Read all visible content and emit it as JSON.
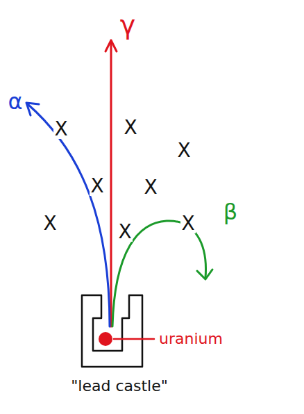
{
  "diagram": {
    "labels": [
      "γ",
      "α",
      "β",
      "X",
      "X",
      "X",
      "X",
      "X",
      "X",
      "X",
      "X",
      "uranium",
      "\"lead castle\""
    ]
  }
}
